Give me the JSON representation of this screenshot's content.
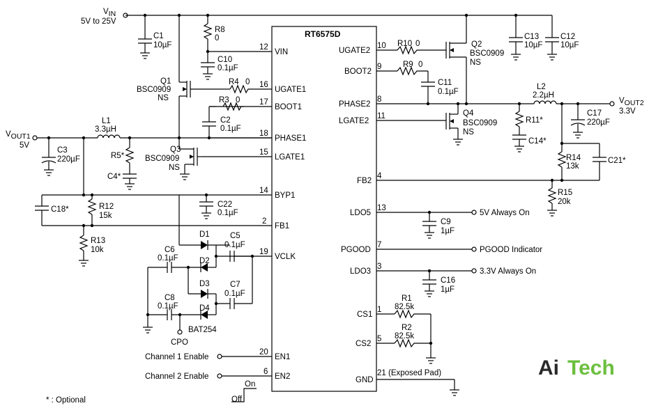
{
  "chip": {
    "name": "RT6575D",
    "left_pins": [
      {
        "num": "12",
        "name": "VIN"
      },
      {
        "num": "16",
        "name": "UGATE1"
      },
      {
        "num": "17",
        "name": "BOOT1"
      },
      {
        "num": "18",
        "name": "PHASE1"
      },
      {
        "num": "15",
        "name": "LGATE1"
      },
      {
        "num": "14",
        "name": "BYP1"
      },
      {
        "num": "2",
        "name": "FB1"
      },
      {
        "num": "19",
        "name": "VCLK"
      },
      {
        "num": "20",
        "name": "EN1"
      },
      {
        "num": "6",
        "name": "EN2"
      }
    ],
    "right_pins": [
      {
        "num": "10",
        "name": "UGATE2"
      },
      {
        "num": "9",
        "name": "BOOT2"
      },
      {
        "num": "8",
        "name": "PHASE2"
      },
      {
        "num": "11",
        "name": "LGATE2"
      },
      {
        "num": "4",
        "name": "FB2"
      },
      {
        "num": "13",
        "name": "LDO5"
      },
      {
        "num": "7",
        "name": "PGOOD"
      },
      {
        "num": "3",
        "name": "LDO3"
      },
      {
        "num": "1",
        "name": "CS1"
      },
      {
        "num": "5",
        "name": "CS2"
      },
      {
        "num": "21 (Exposed Pad)",
        "name": "GND"
      }
    ]
  },
  "supply": {
    "name_main": "V",
    "name_sub": "IN",
    "range": "5V to 25V"
  },
  "outputs": {
    "vout1": {
      "main": "V",
      "sub": "OUT1",
      "value": "5V"
    },
    "vout2": {
      "main": "V",
      "sub": "OUT2",
      "value": "3.3V"
    }
  },
  "components": [
    {
      "ref": "C1",
      "value": "10µF"
    },
    {
      "ref": "R8",
      "value": "0"
    },
    {
      "ref": "C10",
      "value": "0.1µF"
    },
    {
      "ref": "Q1",
      "value": "BSC0909",
      "note": "NS"
    },
    {
      "ref": "R4",
      "value": "0"
    },
    {
      "ref": "R3",
      "value": "0"
    },
    {
      "ref": "C2",
      "value": "0.1µF"
    },
    {
      "ref": "L1",
      "value": "3.3µH"
    },
    {
      "ref": "C3",
      "value": "220µF"
    },
    {
      "ref": "R5*",
      "value": ""
    },
    {
      "ref": "C4*",
      "value": ""
    },
    {
      "ref": "Q3",
      "value": "BSC0909",
      "note": "NS"
    },
    {
      "ref": "C22",
      "value": "0.1µF"
    },
    {
      "ref": "C18*",
      "value": ""
    },
    {
      "ref": "R12",
      "value": "15k"
    },
    {
      "ref": "R13",
      "value": "10k"
    },
    {
      "ref": "D1",
      "value": ""
    },
    {
      "ref": "C5",
      "value": "0.1µF"
    },
    {
      "ref": "C6",
      "value": "0.1µF"
    },
    {
      "ref": "D2",
      "value": ""
    },
    {
      "ref": "D3",
      "value": ""
    },
    {
      "ref": "C7",
      "value": "0.1µF"
    },
    {
      "ref": "C8",
      "value": "0.1µF"
    },
    {
      "ref": "D4",
      "value": "BAT254"
    },
    {
      "ref": "R10",
      "value": "0"
    },
    {
      "ref": "Q2",
      "value": "BSC0909",
      "note": "NS"
    },
    {
      "ref": "C13",
      "value": "10µF"
    },
    {
      "ref": "C12",
      "value": "10µF"
    },
    {
      "ref": "R9",
      "value": "0"
    },
    {
      "ref": "C11",
      "value": "0.1µF"
    },
    {
      "ref": "L2",
      "value": "2.2µH"
    },
    {
      "ref": "C17",
      "value": "220µF"
    },
    {
      "ref": "Q4",
      "value": "BSC0909",
      "note": "NS"
    },
    {
      "ref": "R11*",
      "value": ""
    },
    {
      "ref": "C14*",
      "value": ""
    },
    {
      "ref": "R14",
      "value": "13k"
    },
    {
      "ref": "C21*",
      "value": ""
    },
    {
      "ref": "R15",
      "value": "20k"
    },
    {
      "ref": "C9",
      "value": "1µF"
    },
    {
      "ref": "C16",
      "value": "1µF"
    },
    {
      "ref": "R1",
      "value": "82.5k"
    },
    {
      "ref": "R2",
      "value": "82.5k"
    }
  ],
  "signals": {
    "ldo5": "5V Always On",
    "pgood": "PGOOD Indicator",
    "ldo3": "3.3V Always On",
    "en1": "Channel 1 Enable",
    "en2": "Channel 2 Enable",
    "cpo": "CPO",
    "on": "On",
    "off": "Off"
  },
  "footnote": "* : Optional",
  "logo": {
    "part1": "Ai",
    "part2": "Tech"
  }
}
